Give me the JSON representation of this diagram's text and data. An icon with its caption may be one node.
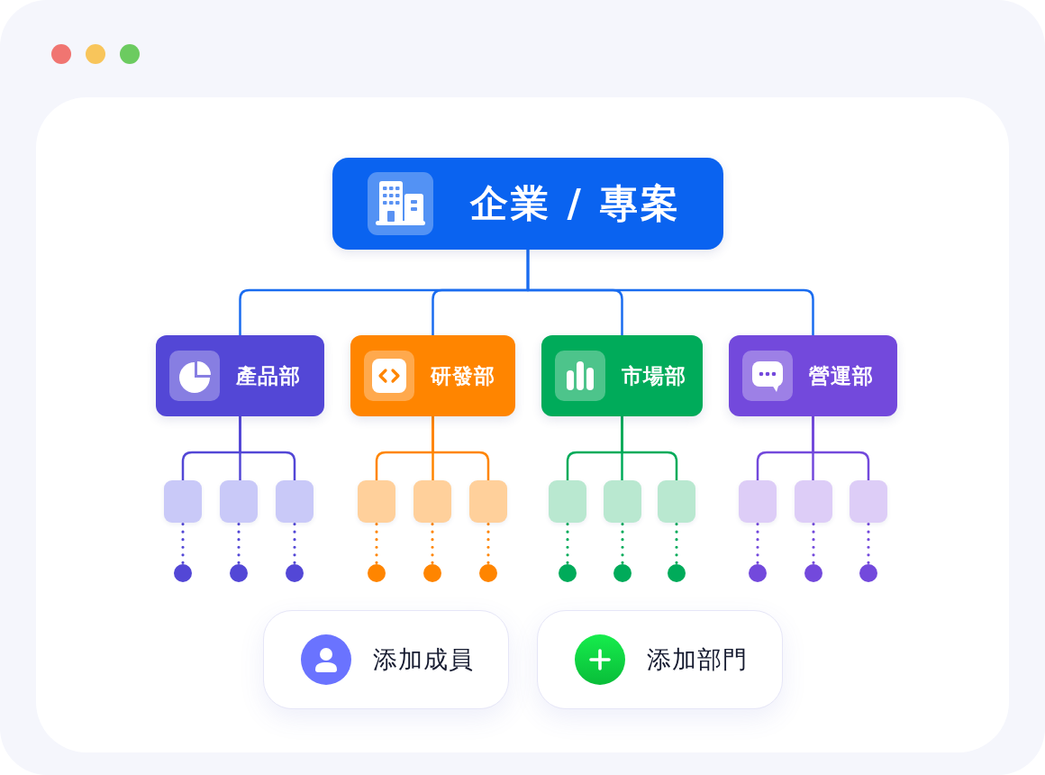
{
  "diagram": {
    "nodes": [
      {
        "text": [
          "企業 / 專案"
        ]
      },
      {
        "text": [
          "產品部"
        ]
      },
      {
        "text": [
          "研發部"
        ]
      },
      {
        "text": [
          "市場部"
        ]
      },
      {
        "text": [
          "營運部"
        ]
      },
      {
        "text": [],
        "shape": "box"
      },
      {
        "text": [],
        "shape": "box"
      },
      {
        "text": [],
        "shape": "box"
      },
      {
        "text": [],
        "shape": "box"
      },
      {
        "text": [],
        "shape": "box"
      },
      {
        "text": [],
        "shape": "box"
      },
      {
        "text": [],
        "shape": "box"
      },
      {
        "text": [],
        "shape": "box"
      },
      {
        "text": [],
        "shape": "box"
      },
      {
        "text": [],
        "shape": "box"
      },
      {
        "text": [],
        "shape": "box"
      },
      {
        "text": [],
        "shape": "box"
      },
      {
        "text": [],
        "shape": "circle"
      },
      {
        "text": [],
        "shape": "circle"
      },
      {
        "text": [],
        "shape": "circle"
      },
      {
        "text": [],
        "shape": "circle"
      },
      {
        "text": [],
        "shape": "circle"
      },
      {
        "text": [],
        "shape": "circle"
      },
      {
        "text": [],
        "shape": "circle"
      },
      {
        "text": [],
        "shape": "circle"
      },
      {
        "text": [],
        "shape": "circle"
      },
      {
        "text": [],
        "shape": "circle"
      },
      {
        "text": [],
        "shape": "circle"
      },
      {
        "text": [],
        "shape": "circle"
      },
      {
        "text": [
          "添加成員"
        ]
      },
      {
        "text": [
          "添加部門"
        ]
      }
    ],
    "edges": [
      {
        "from": 0,
        "to": 1,
        "arrow": "none",
        "color": "#1a6cf0"
      },
      {
        "from": 0,
        "to": 2,
        "arrow": "none",
        "color": "#1a6cf0"
      },
      {
        "from": 0,
        "to": 3,
        "arrow": "none",
        "color": "#1a6cf0"
      },
      {
        "from": 0,
        "to": 4,
        "arrow": "none",
        "color": "#1a6cf0"
      },
      {
        "from": 1,
        "to": 5,
        "arrow": "none",
        "color": "#5347d6"
      },
      {
        "from": 1,
        "to": 6,
        "arrow": "none",
        "color": "#5347d6"
      },
      {
        "from": 1,
        "to": 7,
        "arrow": "none",
        "color": "#5347d6"
      },
      {
        "from": 2,
        "to": 8,
        "arrow": "none",
        "color": "#ff8500"
      },
      {
        "from": 2,
        "to": 9,
        "arrow": "none",
        "color": "#ff8500"
      },
      {
        "from": 2,
        "to": 10,
        "arrow": "none",
        "color": "#ff8500"
      },
      {
        "from": 3,
        "to": 11,
        "arrow": "none",
        "color": "#00ab5a"
      },
      {
        "from": 3,
        "to": 12,
        "arrow": "none",
        "color": "#00ab5a"
      },
      {
        "from": 3,
        "to": 13,
        "arrow": "none",
        "color": "#00ab5a"
      },
      {
        "from": 4,
        "to": 14,
        "arrow": "none",
        "color": "#7349dc"
      },
      {
        "from": 4,
        "to": 15,
        "arrow": "none",
        "color": "#7349dc"
      },
      {
        "from": 4,
        "to": 16,
        "arrow": "none",
        "color": "#7349dc"
      },
      {
        "from": 5,
        "to": 17,
        "arrow": "none",
        "style": "dashed",
        "color": "#5347d6"
      },
      {
        "from": 6,
        "to": 18,
        "arrow": "none",
        "style": "dashed",
        "color": "#5347d6"
      },
      {
        "from": 7,
        "to": 19,
        "arrow": "none",
        "style": "dashed",
        "color": "#5347d6"
      },
      {
        "from": 8,
        "to": 20,
        "arrow": "none",
        "style": "dashed",
        "color": "#ff8500"
      },
      {
        "from": 9,
        "to": 21,
        "arrow": "none",
        "style": "dashed",
        "color": "#ff8500"
      },
      {
        "from": 10,
        "to": 22,
        "arrow": "none",
        "style": "dashed",
        "color": "#ff8500"
      },
      {
        "from": 11,
        "to": 23,
        "arrow": "none",
        "style": "dashed",
        "color": "#00ab5a"
      },
      {
        "from": 12,
        "to": 24,
        "arrow": "none",
        "style": "dashed",
        "color": "#00ab5a"
      },
      {
        "from": 13,
        "to": 25,
        "arrow": "none",
        "style": "dashed",
        "color": "#00ab5a"
      },
      {
        "from": 14,
        "to": 26,
        "arrow": "none",
        "style": "dashed",
        "color": "#7349dc"
      },
      {
        "from": 15,
        "to": 27,
        "arrow": "none",
        "style": "dashed",
        "color": "#7349dc"
      },
      {
        "from": 16,
        "to": 28,
        "arrow": "none",
        "style": "dashed",
        "color": "#7349dc"
      }
    ]
  }
}
